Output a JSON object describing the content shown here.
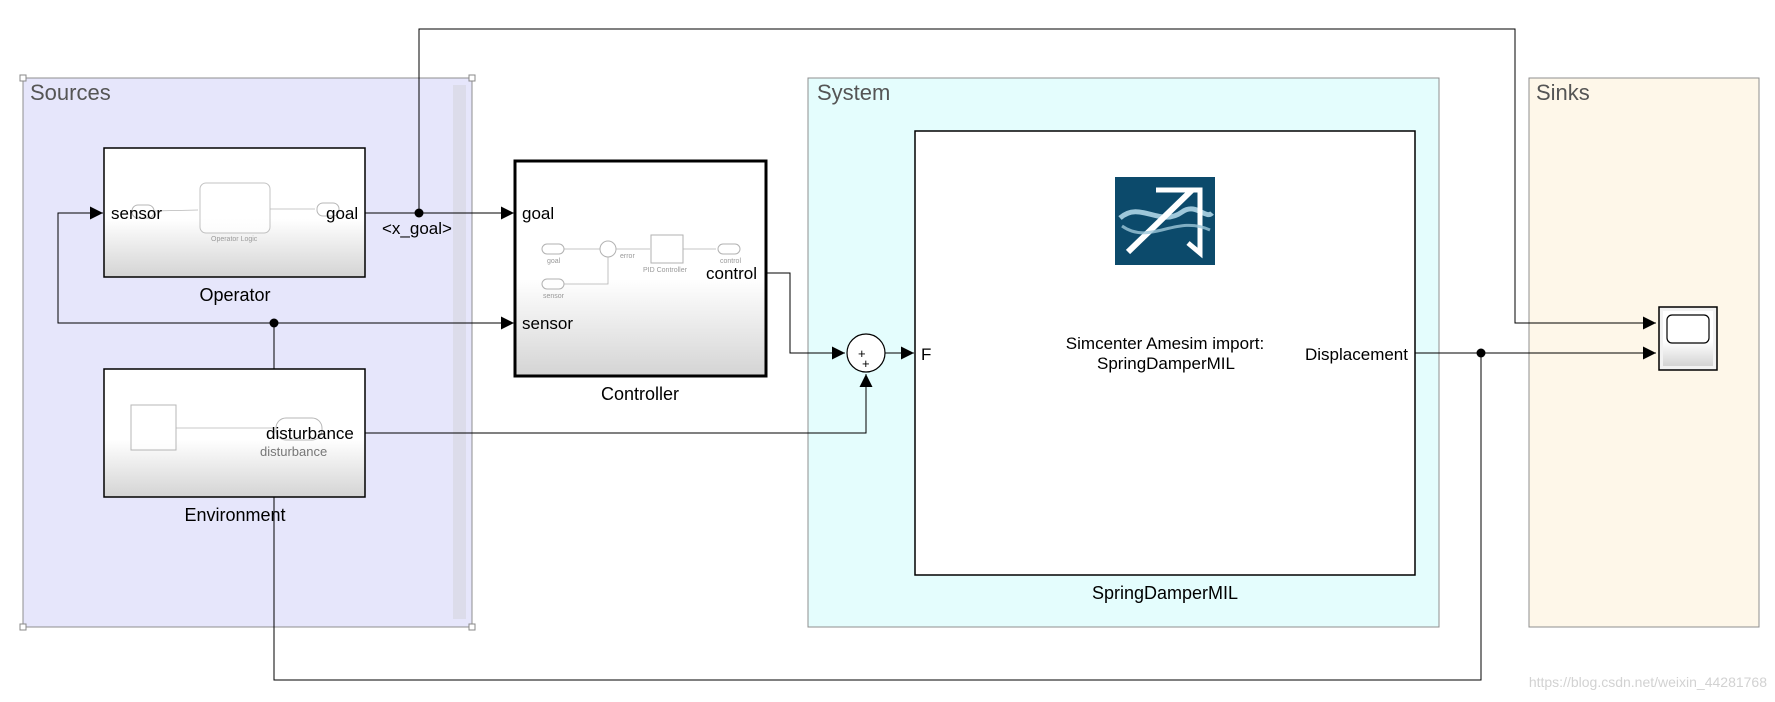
{
  "areas": {
    "sources": "Sources",
    "system": "System",
    "sinks": "Sinks"
  },
  "blocks": {
    "operator": {
      "name": "Operator",
      "in_port": "sensor",
      "out_port": "goal",
      "inner_label": "Operator Logic"
    },
    "environment": {
      "name": "Environment",
      "out_port": "disturbance",
      "inner_port_label": "disturbance"
    },
    "controller": {
      "name": "Controller",
      "in_ports": [
        "goal",
        "sensor"
      ],
      "out_port": "control",
      "inner": {
        "goal": "goal",
        "sensor": "sensor",
        "error": "error",
        "pid": "PID Controller",
        "control": "control"
      }
    },
    "spring_damper": {
      "name": "SpringDamperMIL",
      "in_port": "F",
      "out_port": "Displacement",
      "center_line1": "Simcenter Amesim import:",
      "center_line2": "SpringDamperMIL",
      "logo_icon": "simcenter-amesim-logo-icon"
    },
    "sum": {
      "signs": [
        "+",
        "+"
      ]
    },
    "scope": {
      "icon": "scope-icon"
    }
  },
  "signals": {
    "x_goal": "<x_goal>"
  },
  "watermark": "https://blog.csdn.net/weixin_44281768",
  "colors": {
    "sources_fill": "#e6e6fb",
    "system_fill": "#e4fdfd",
    "sinks_fill": "#fef7e9",
    "logo_bg": "#0c4a6b"
  }
}
